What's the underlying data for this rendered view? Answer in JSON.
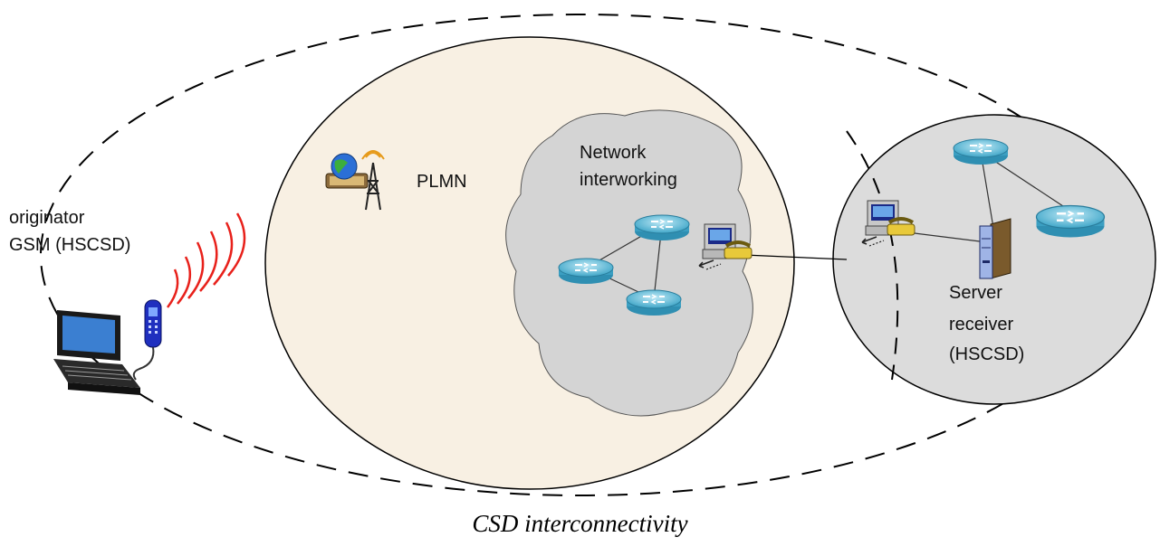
{
  "labels": {
    "originator_line1": "originator",
    "originator_line2": "GSM (HSCSD)",
    "plmn": "PLMN",
    "network_line1": "Network",
    "network_line2": "interworking",
    "server_line1": "Server",
    "server_line2": "receiver",
    "server_line3": "(HSCSD)"
  },
  "caption": "CSD interconnectivity",
  "colors": {
    "plmn_fill": "#f8f0e3",
    "cloud_fill": "#d4d4d4",
    "receiver_fill": "#dcdcdc",
    "router": "#5fb9d6",
    "signal": "#e8211b",
    "phone": "#1f2fbf"
  },
  "icons": [
    "laptop-icon",
    "mobile-phone-icon",
    "signal-waves-icon",
    "globe-antenna-icon",
    "router-icon",
    "workstation-phone-icon",
    "server-icon"
  ]
}
